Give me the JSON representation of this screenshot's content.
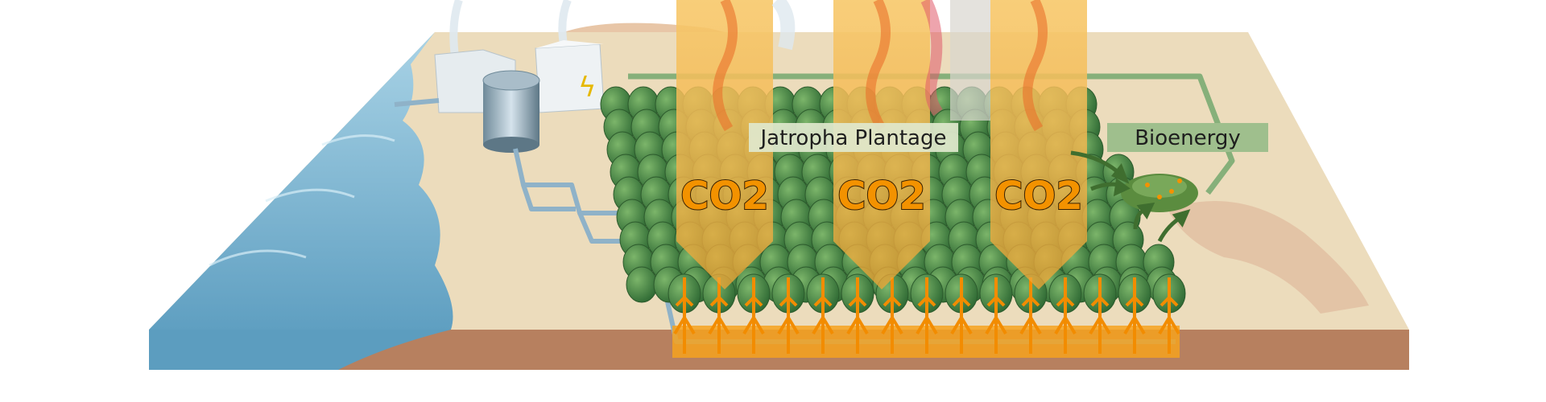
{
  "labels": {
    "plantation": "Jatropha Plantage",
    "bioenergy": "Bioenergy",
    "co2": [
      "CO2",
      "CO2",
      "CO2"
    ]
  },
  "colors": {
    "sea": "#7fb6d1",
    "sand": "#efe1c4",
    "soil": "#b77e60",
    "tree": "#4f8a45",
    "root": "#f28c00",
    "co2_column": "#f3b54a",
    "co2_text": "#f39200",
    "label_bg": "#dfe8cd",
    "bioenergy_bg": "#9fbf8d",
    "pipe": "#8fb2c8"
  }
}
